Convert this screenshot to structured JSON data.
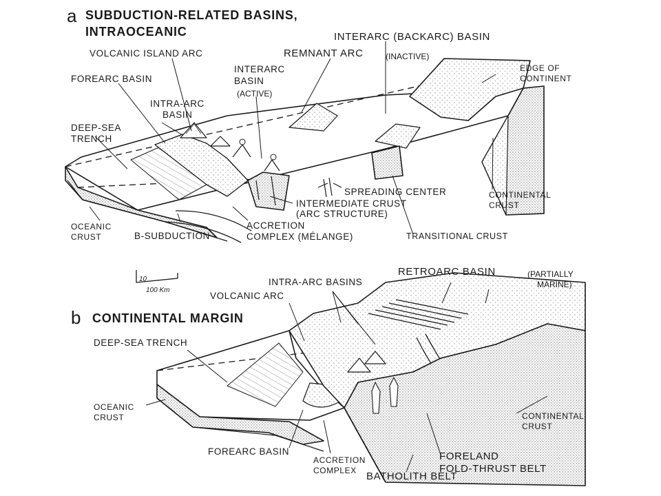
{
  "panel_a": {
    "letter": "a",
    "title_line1": "SUBDUCTION-RELATED BASINS,",
    "title_line2": "INTRAOCEANIC",
    "labels": {
      "volcanic_island_arc": "VOLCANIC ISLAND ARC",
      "forearc_basin": "FOREARC BASIN",
      "intra_arc_basin_1": "INTRA-ARC",
      "intra_arc_basin_2": "BASIN",
      "deep_sea_trench_1": "DEEP-SEA",
      "deep_sea_trench_2": "TRENCH",
      "interarc_basin_1": "INTERARC",
      "interarc_basin_2": "BASIN",
      "interarc_basin_3": "(ACTIVE)",
      "remnant_arc": "REMNANT ARC",
      "inactive": "(INACTIVE)",
      "backarc_basin": "INTERARC (BACKARC) BASIN",
      "edge_of_continent_1": "EDGE OF",
      "edge_of_continent_2": "CONTINENT",
      "spreading_center": "SPREADING CENTER",
      "intermediate_crust_1": "INTERMEDIATE CRUST",
      "intermediate_crust_2": "(ARC STRUCTURE)",
      "continental_crust_1": "CONTINENTAL",
      "continental_crust_2": "CRUST",
      "oceanic_crust_1": "OCEANIC",
      "oceanic_crust_2": "CRUST",
      "b_subduction": "B-SUBDUCTION",
      "accretion_complex_1": "ACCRETION",
      "accretion_complex_2": "COMPLEX (MÉLANGE)",
      "transitional_crust": "TRANSITIONAL CRUST"
    }
  },
  "scale_bar": {
    "vertical": "10",
    "horizontal": "100 Km"
  },
  "panel_b": {
    "letter": "b",
    "title": "CONTINENTAL MARGIN",
    "labels": {
      "intra_arc_basins": "INTRA-ARC BASINS",
      "retroarc_basin": "RETROARC BASIN",
      "partially_marine_1": "(PARTIALLY",
      "partially_marine_2": "MARINE)",
      "volcanic_arc": "VOLCANIC ARC",
      "deep_sea_trench": "DEEP-SEA TRENCH",
      "oceanic_crust_1": "OCEANIC",
      "oceanic_crust_2": "CRUST",
      "continental_crust_1": "CONTINENTAL",
      "continental_crust_2": "CRUST",
      "forearc_basin": "FOREARC BASIN",
      "accretion_complex_1": "ACCRETION",
      "accretion_complex_2": "COMPLEX",
      "foreland_1": "FORELAND",
      "foreland_2": "FOLD-THRUST BELT",
      "batholith_belt": "BATHOLITH BELT"
    }
  },
  "colors": {
    "ink": "#1a1a1a",
    "paper": "#ffffff",
    "stipple": "#8c8c8c",
    "crust": "#cfcfcf"
  }
}
